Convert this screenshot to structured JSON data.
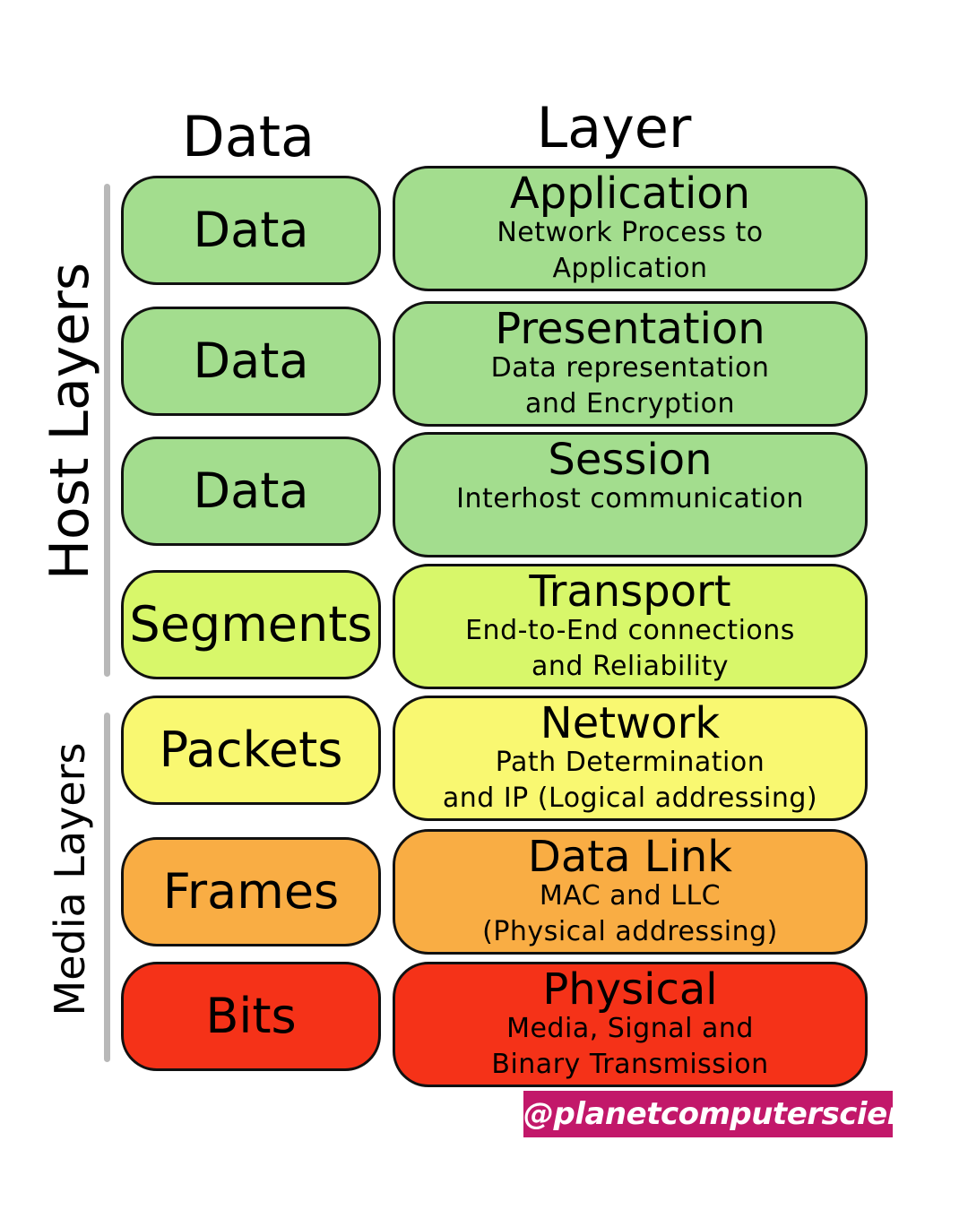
{
  "headers": {
    "data": "Data",
    "layer": "Layer"
  },
  "groups": {
    "host": "Host Layers",
    "media": "Media Layers"
  },
  "rows": [
    {
      "pdu": "Data",
      "name": "Application",
      "desc1": "Network Process to",
      "desc2": "Application",
      "color": "#a3dd8e"
    },
    {
      "pdu": "Data",
      "name": "Presentation",
      "desc1": "Data representation",
      "desc2": "and Encryption",
      "color": "#a3dd8e"
    },
    {
      "pdu": "Data",
      "name": "Session",
      "desc1": "Interhost communication",
      "desc2": "",
      "color": "#a3dd8e"
    },
    {
      "pdu": "Segments",
      "name": "Transport",
      "desc1": "End-to-End connections",
      "desc2": "and Reliability",
      "color": "#d8f76a"
    },
    {
      "pdu": "Packets",
      "name": "Network",
      "desc1": "Path Determination",
      "desc2": "and IP (Logical addressing)",
      "color": "#f9f871"
    },
    {
      "pdu": "Frames",
      "name": "Data Link",
      "desc1": "MAC and LLC",
      "desc2": "(Physical addressing)",
      "color": "#f9ad44"
    },
    {
      "pdu": "Bits",
      "name": "Physical",
      "desc1": "Media, Signal and",
      "desc2": "Binary Transmission",
      "color": "#f53218"
    }
  ],
  "watermark": "@planetcomputerscience"
}
